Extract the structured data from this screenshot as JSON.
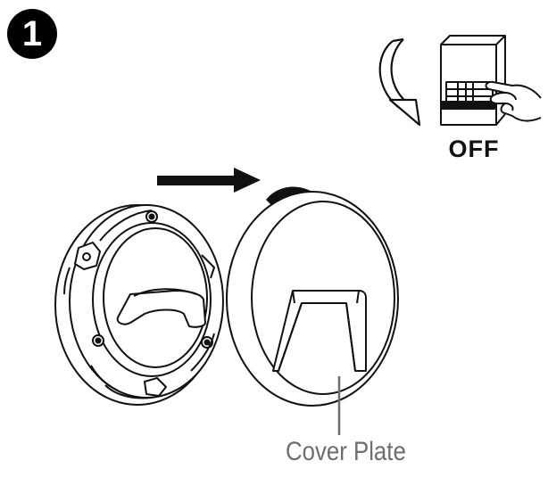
{
  "step": {
    "number": "1"
  },
  "breaker": {
    "state_label": "OFF"
  },
  "callouts": {
    "cover_plate": "Cover Plate"
  },
  "icons": {
    "rotate_arrow": "rotate-counterclockwise-icon",
    "push_arrow": "right-arrow-icon",
    "twist_arrow": "curved-arrow-icon"
  },
  "colors": {
    "line": "#111111",
    "callout": "#6e6e6e",
    "background": "#ffffff"
  }
}
